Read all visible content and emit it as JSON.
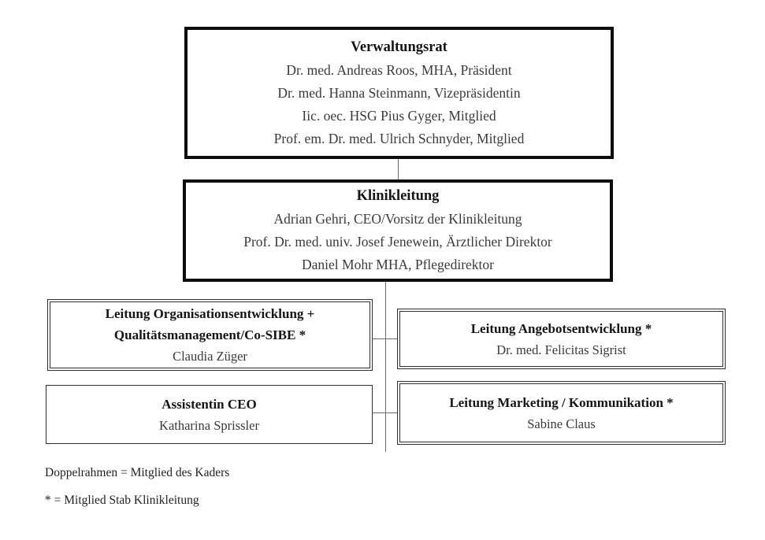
{
  "chart": {
    "verwaltungsrat": {
      "title": "Verwaltungsrat",
      "members": [
        "Dr. med. Andreas Roos, MHA, Präsident",
        "Dr. med. Hanna Steinmann, Vizepräsidentin",
        "Iic. oec. HSG Pius Gyger, Mitglied",
        "Prof. em. Dr. med. Ulrich Schnyder, Mitglied"
      ]
    },
    "klinikleitung": {
      "title": "Klinikleitung",
      "members": [
        "Adrian Gehri, CEO/Vorsitz der Klinikleitung",
        "Prof. Dr. med. univ. Josef Jenewein, Ärztlicher Direktor",
        "Daniel Mohr MHA, Pflegedirektor"
      ]
    },
    "org_qm": {
      "title_line1": "Leitung Organisationsentwicklung +",
      "title_line2": "Qualitätsmanagement/Co-SIBE *",
      "person": "Claudia Züger"
    },
    "angebot": {
      "title": "Leitung Angebotsentwicklung *",
      "person": "Dr. med. Felicitas Sigrist"
    },
    "assistentin": {
      "title": "Assistentin CEO",
      "person": "Katharina Sprissler"
    },
    "marketing": {
      "title": "Leitung Marketing / Kommunikation *",
      "person": "Sabine Claus"
    }
  },
  "legend": {
    "line1": "Doppelrahmen = Mitglied des Kaders",
    "line2": "* = Mitglied Stab Klinikleitung"
  },
  "colors": {
    "background": "#ffffff",
    "thick_border": "#0c0c0c",
    "thin_border": "#2e2e2e",
    "connector": "#6b6b6b",
    "text": "#3a3a3a"
  }
}
